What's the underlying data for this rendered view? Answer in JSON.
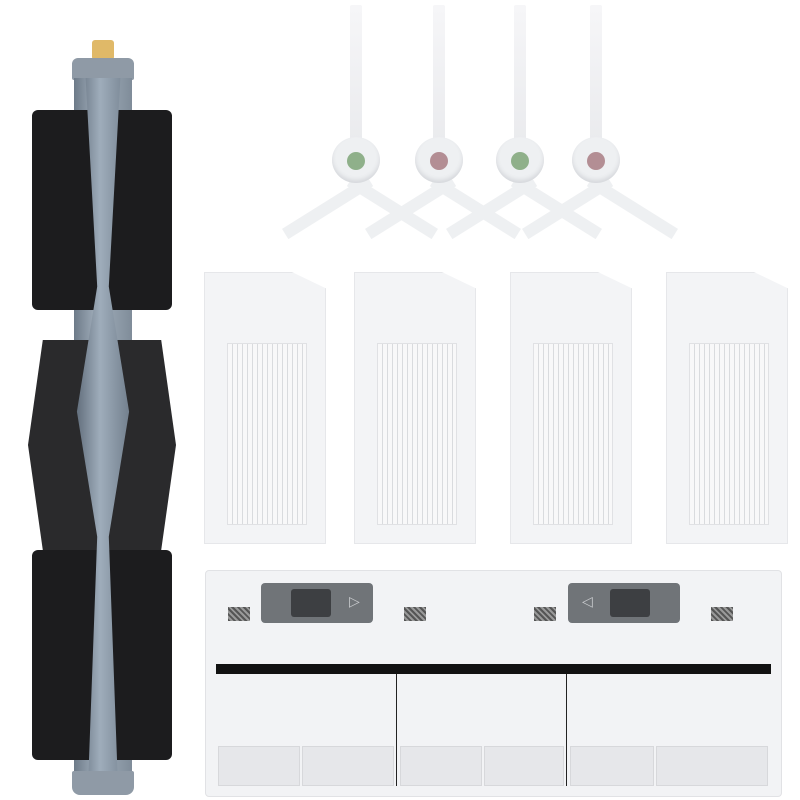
{
  "image": {
    "subject": "Robot vacuum replacement accessory kit",
    "background_color": "#ffffff",
    "items": {
      "main_roller_brush": {
        "count": 1,
        "colors": {
          "core": "#8f9aa6",
          "bristles": "#1c1c1e",
          "axle": "#e0b968"
        }
      },
      "side_brushes": {
        "count": 4,
        "hub_dot_colors": [
          "#8fb08a",
          "#b38e94",
          "#8fb08a",
          "#b38e94"
        ]
      },
      "hepa_filters": {
        "count": 4
      },
      "brush_cover": {
        "count": 1,
        "latch_arrows": [
          "▷",
          "◁"
        ]
      }
    }
  }
}
